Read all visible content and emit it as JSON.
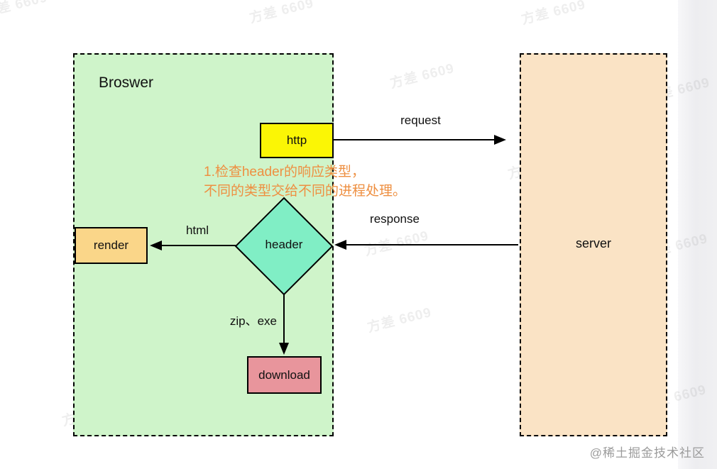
{
  "diagram": {
    "nodes": {
      "browser": {
        "label": "Broswer",
        "fill": "#cff4ca"
      },
      "server": {
        "label": "server",
        "fill": "#fae3c5"
      },
      "http": {
        "label": "http",
        "fill": "#fbf605"
      },
      "header": {
        "label": "header",
        "fill": "#80eec5"
      },
      "render": {
        "label": "render",
        "fill": "#fad689"
      },
      "download": {
        "label": "download",
        "fill": "#e8959c"
      }
    },
    "edges": [
      {
        "label": "request",
        "from": "http",
        "to": "server"
      },
      {
        "label": "response",
        "from": "server",
        "to": "header"
      },
      {
        "label": "html",
        "from": "header",
        "to": "render"
      },
      {
        "label": "zip、exe",
        "from": "header",
        "to": "download"
      }
    ],
    "annotation": {
      "color": "#ee8f41",
      "lines": [
        "1.检查header的响应类型，",
        "不同的类型交给不同的进程处理。"
      ]
    }
  },
  "watermark": {
    "text": "方差 6609"
  },
  "footer": {
    "credit": "@稀土掘金技术社区"
  }
}
